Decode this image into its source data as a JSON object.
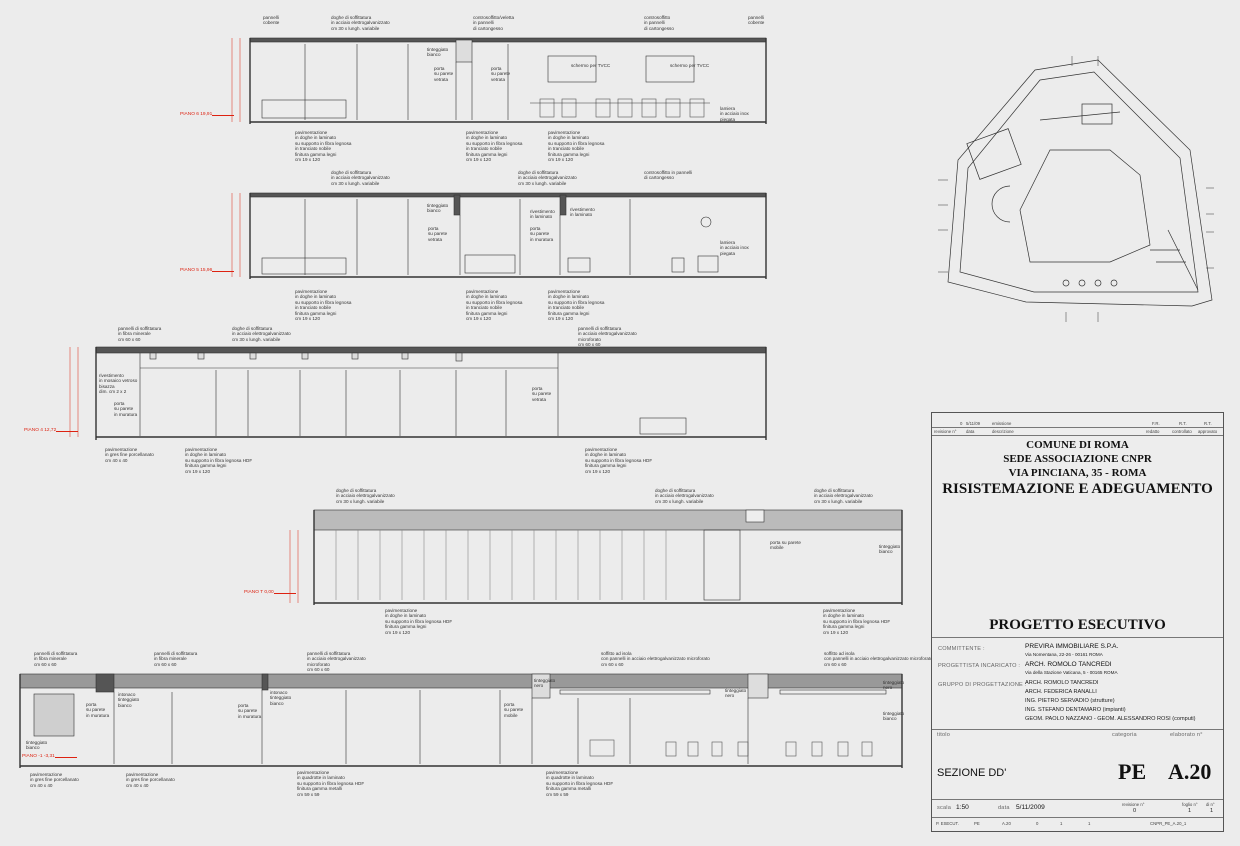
{
  "sections": [
    {
      "level": "PIANO 6 19,91",
      "notes_top": [
        "pannelli\ncobente",
        "doghe di soffittatura\nin acciaio elettrogalvanizzato\ncm 30 x lungh. variabile",
        "controsoffitto/veletta\nin pannelli\ndi cartongesso",
        "controsoffitto\nin pannelli\ndi cartongesso",
        "pannelli\ncobente"
      ],
      "notes_inner": [
        "tinteggiato\nbianco",
        "porta\nsu parete\nvetrata",
        "porta\nsu parete\nvetrata",
        "schermo per TVCC",
        "schermo per TVCC",
        "lamiera\nin acciaio inox\npiegata"
      ],
      "notes_bottom": [
        "pavimentazione\nin doghe in laminato\nsu supporto in fibra legnosa\nin tranciato nobile\nfinitura gamma legni\ncm 19 x 120",
        "pavimentazione\nin doghe in laminato\nsu supporto in fibra legnosa\nin tranciato nobile\nfinitura gamma legni\ncm 19 x 120",
        "pavimentazione\nin doghe in laminato\nsu supporto in fibra legnosa\nin tranciato nobile\nfinitura gamma legni\ncm 19 x 120"
      ]
    },
    {
      "level": "PIANO 5 15,96",
      "notes_top": [
        "doghe di soffittatura\nin acciaio elettrogalvanizzato\ncm 30 x lungh. variabile",
        "doghe di soffittatura\nin acciaio elettrogalvanizzato\ncm 30 x lungh. variabile",
        "controsoffitto in pannelli\ndi cartongesso"
      ],
      "notes_inner": [
        "tinteggiato\nbianco",
        "rivestimento\nin laminato",
        "rivestimento\nin laminato",
        "porta\nsu parete\nvetrata",
        "porta\nsu parete\nin muratura",
        "lamiera\nin acciaio inox\npiegata"
      ],
      "notes_bottom": [
        "pavimentazione\nin doghe in laminato\nsu supporto in fibra legnosa\nin tranciato nobile\nfinitura gamma legni\ncm 19 x 120",
        "pavimentazione\nin doghe in laminato\nsu supporto in fibra legnosa\nin tranciato nobile\nfinitura gamma legni\ncm 19 x 120",
        "pavimentazione\nin doghe in laminato\nsu supporto in fibra legnosa\nin tranciato nobile\nfinitura gamma legni\ncm 19 x 120"
      ]
    },
    {
      "level": "PIANO 4 12,72",
      "notes_top": [
        "pannelli di soffittatura\nin fibra minerale\ncm 60 x 60",
        "doghe di soffittatura\nin acciaio elettrogalvanizzato\ncm 30 x lungh. variabile",
        "pannelli di soffittatura\nin acciaio elettrogalvanizzato\nmicroforato\ncm 60 x 60"
      ],
      "notes_inner": [
        "rivestimento\nin mosaico vetroso\nbisazza\ndim. cm 2 x 2",
        "porta\nsu parete\nin muratura",
        "porta\nsu parete\nvetrata"
      ],
      "notes_bottom": [
        "pavimentazione\nin gres fine porcellanato\ncm 40 x 40",
        "pavimentazione\nin doghe in laminato\nsu supporto in fibra legnosa HDF\nfinitura gamma legni\ncm 19 x 120",
        "pavimentazione\nin doghe in laminato\nsu supporto in fibra legnosa HDF\nfinitura gamma legni\ncm 19 x 120"
      ]
    },
    {
      "level": "PIANO T 0,00",
      "notes_top": [
        "doghe di soffittatura\nin acciaio elettrogalvanizzato\ncm 30 x lungh. variabile",
        "doghe di soffittatura\nin acciaio elettrogalvanizzato\ncm 30 x lungh. variabile",
        "doghe di soffittatura\nin acciaio elettrogalvanizzato\ncm 30 x lungh. variabile"
      ],
      "notes_inner": [
        "porta su parete\nmobile",
        "tinteggiato\nbianco"
      ],
      "notes_bottom": [
        "pavimentazione\nin doghe in laminato\nsu supporto in fibra legnosa HDF\nfinitura gamma legni\ncm 19 x 120",
        "pavimentazione\nin doghe in laminato\nsu supporto in fibra legnosa HDF\nfinitura gamma legni\ncm 19 x 120"
      ]
    },
    {
      "level": "PIANO -1 -3,31",
      "notes_top": [
        "pannelli di soffittatura\nin fibra minerale\ncm 60 x 60",
        "pannelli di soffittatura\nin fibra minerale\ncm 60 x 60",
        "pannelli di soffittatura\nin acciaio elettrogalvanizzato\nmicroforato\ncm 60 x 60",
        "soffitto ad isola\ncon pannelli in acciaio elettrogalvanizzato microforato\ncm 60 x 60",
        "soffitto ad isola\ncon pannelli in acciaio elettrogalvanizzato microforato\ncm 60 x 60"
      ],
      "notes_inner": [
        "intonaco\ntinteggiato\nbianco",
        "porta\nsu parete\nin muratura",
        "intonaco\ntinteggiato\nbianco",
        "porta\nsu parete\nin muratura",
        "tinteggiato\nnero",
        "porta\nsu parete\nmobile",
        "tinteggiato\nnero",
        "tinteggiato\nnero",
        "tinteggiato\nbianco",
        "tinteggiato\nbianco"
      ],
      "notes_bottom": [
        "pavimentazione\nin gres fine porcellanato\ncm 40 x 40",
        "pavimentazione\nin gres fine porcellanato\ncm 40 x 40",
        "pavimentazione\nin quadrotte in laminato\nsu supporto in fibra legnosa HDF\nfinitura gamma metalli\ncm 59 x 59",
        "pavimentazione\nin quadrotte in laminato\nsu supporto in fibra legnosa HDF\nfinitura gamma metalli\ncm 59 x 59"
      ]
    }
  ],
  "title_block": {
    "revision_row": [
      "0",
      "5/11/09",
      "emissione",
      "F.R.",
      "R.T.",
      "R.T."
    ],
    "revision_header": [
      "revisione n°",
      "data",
      "descrizione",
      "redatto",
      "controllato",
      "approvato"
    ],
    "line1": "COMUNE DI ROMA",
    "line2": "SEDE ASSOCIAZIONE CNPR",
    "line3": "VIA PINCIANA, 35 - ROMA",
    "line4": "RISISTEMAZIONE E ADEGUAMENTO",
    "phase": "PROGETTO ESECUTIVO",
    "committente_label": "COMMITTENTE :",
    "committente": "PREVIRA IMMOBILIARE S.P.A.",
    "committente_addr": "Via Nomentana, 22-26 - 00161 ROMA",
    "progettista_label": "PROGETTISTA INCARICATO :",
    "progettista": "ARCH. ROMOLO TANCREDI",
    "progettista_addr": "Via della Stazione Vaticana, 5 - 00165 ROMA",
    "gruppo_label": "GRUPPO DI PROGETTAZIONE :",
    "gruppo": [
      "ARCH. ROMOLO TANCREDI",
      "ARCH. FEDERICA RANALLI",
      "ING. PIETRO SERVADIO (strutture)",
      "ING. STEFANO DENTAMARO (impianti)",
      "GEOM. PAOLO NAZZANO - GEOM. ALESSANDRO ROSI (computi)"
    ],
    "titolo_label": "titolo",
    "categoria_label": "categoria",
    "elaborato_label": "elaborato n°",
    "titolo": "SEZIONE DD'",
    "categoria": "PE",
    "elaborato": "A.20",
    "scala_label": "scala",
    "scala": "1:50",
    "data_label": "data",
    "data": "5/11/2009",
    "revisione_label": "revisione n°",
    "revisione": "0",
    "foglio_label": "foglio n°",
    "foglio": "1",
    "di_label": "di n°",
    "di": "1",
    "code_row": [
      "P. ESECUT.",
      "PE",
      "A.20",
      "0",
      "1",
      "1",
      "CNPR_PE_A.20_1"
    ]
  }
}
